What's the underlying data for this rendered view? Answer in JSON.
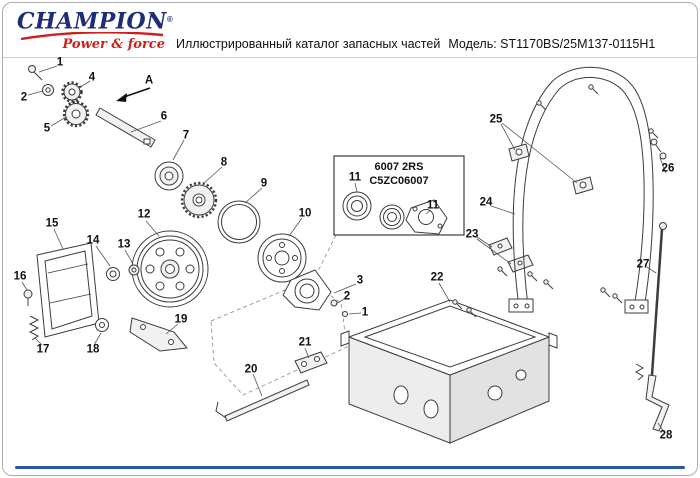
{
  "header": {
    "brand": "CHAMPION",
    "registered_mark": "®",
    "tagline": "Power & force",
    "title": "Иллюстрированный каталог запасных частей",
    "model_label": "Модель:",
    "model_value": "ST1170BS/25M137-0115H1"
  },
  "callout": {
    "line1": "6007 2RS",
    "line2": "C5ZC06007"
  },
  "labels": {
    "n1a": "1",
    "n2a": "2",
    "n4": "4",
    "n5": "5",
    "nA": "A",
    "n6": "6",
    "n7": "7",
    "n8": "8",
    "n9": "9",
    "n10": "10",
    "n11a": "11",
    "n11b": "11",
    "n12": "12",
    "n13": "13",
    "n14": "14",
    "n15": "15",
    "n16": "16",
    "n17": "17",
    "n18": "18",
    "n19": "19",
    "n20": "20",
    "n21": "21",
    "n22": "22",
    "n23": "23",
    "n24": "24",
    "n25": "25",
    "n26": "26",
    "n27": "27",
    "n28": "28",
    "n3m": "3",
    "n2m": "2",
    "n1m": "1"
  },
  "colors": {
    "brand_navy": "#1d2d78",
    "brand_red": "#cf1f1c",
    "footer_blue": "#2b56a5",
    "drawing_stroke": "#3c3c3c"
  }
}
